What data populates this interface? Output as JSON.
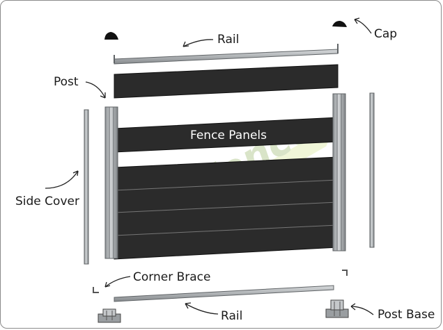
{
  "diagram": {
    "labels": {
      "rail_top": "Rail",
      "cap": "Cap",
      "post": "Post",
      "fence_panels": "Fence Panels",
      "side_cover": "Side Cover",
      "corner_brace": "Corner Brace",
      "rail_bottom": "Rail",
      "post_base": "Post Base"
    },
    "watermark": "ecoFence",
    "colors": {
      "panel": "#2b2b2b",
      "metal": "#b9bcbe",
      "metal_dark": "#6e7275",
      "watermark": "#d9e4c8",
      "accent": "#c8e06a"
    },
    "icons": [
      "cap-icon",
      "post-base-icon",
      "corner-brace-icon"
    ]
  }
}
